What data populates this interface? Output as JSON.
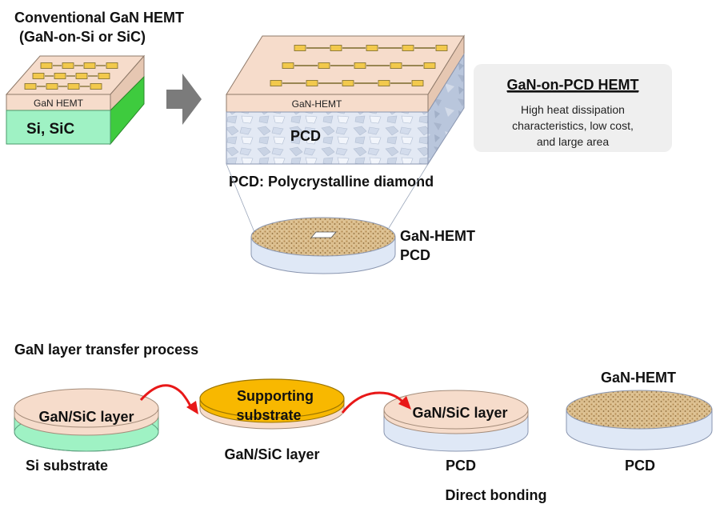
{
  "top": {
    "title_line1": "Conventional GaN HEMT",
    "title_line2": "(GaN-on-Si or SiC)",
    "conv_chip": {
      "layer_label": "GaN HEMT",
      "substrate_label": "Si, SiC"
    },
    "pcd_chip": {
      "layer_label": "GaN-HEMT",
      "substrate_label": "PCD"
    },
    "pcd_definition": "PCD: Polycrystalline diamond",
    "wafer_labels": [
      "GaN-HEMT",
      "PCD"
    ]
  },
  "callout": {
    "title": "GaN-on-PCD HEMT",
    "lines": [
      "High heat dissipation",
      "characteristics, low cost,",
      "and large area"
    ]
  },
  "process": {
    "title": "GaN layer transfer process",
    "steps": [
      {
        "disk_label": "GaN/SiC layer",
        "caption": "Si substrate"
      },
      {
        "disk_label_line1": "Supporting",
        "disk_label_line2": "substrate",
        "caption": "GaN/SiC layer"
      },
      {
        "disk_label": "GaN/SiC layer",
        "caption": "PCD",
        "sub_caption": "Direct bonding"
      },
      {
        "top_label": "GaN-HEMT",
        "caption": "PCD"
      }
    ]
  },
  "colors": {
    "gan_layer": "#f6dccb",
    "substrate_green": "#9ff2c4",
    "substrate_side_green": "#3ecb3e",
    "pcd_face": "#dfe6f2",
    "pad_gold": "#f2c94c",
    "supporting_gold": "#f8b800",
    "diamond_tan": "#d8b886",
    "wafer_blue": "#dfe8f6",
    "arrow_red": "#e81818",
    "callout_bg": "#efefef"
  }
}
